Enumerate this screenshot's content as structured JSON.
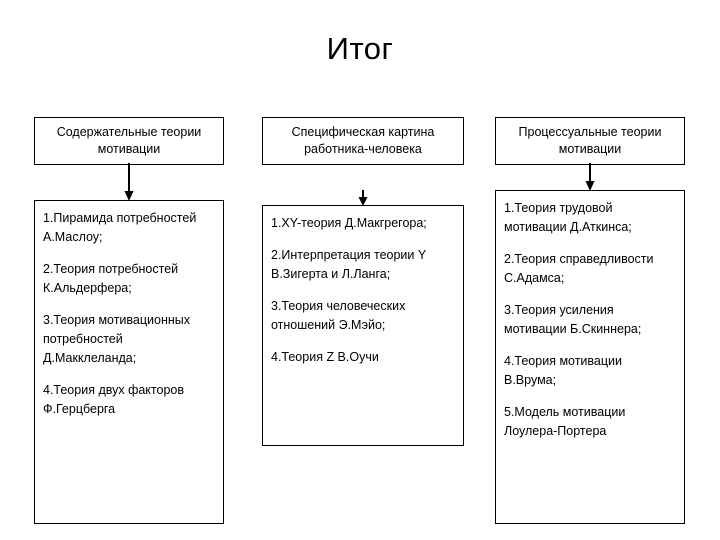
{
  "slide": {
    "title": "Итог"
  },
  "columns": [
    {
      "header": "Содержательные теории мотивации",
      "items": [
        "1.Пирамида потребностей А.Маслоу;",
        "2.Теория потребностей К.Альдерфера;",
        "3.Теория мотивационных потребностей Д.Макклеланда;",
        "4.Теория двух факторов Ф.Герцберга"
      ]
    },
    {
      "header": "Специфическая картина работника-человека",
      "items": [
        "1.XY-теория Д.Макгрегора;",
        "2.Интерпретация теории Y В.Зигерта и Л.Ланга;",
        "3.Теория человеческих отношений Э.Мэйо;",
        "4.Теория Z В.Оучи"
      ]
    },
    {
      "header": "Процессуальные теории мотивации",
      "items": [
        "1.Теория трудовой мотивации Д.Аткинса;",
        "2.Теория справедливости С.Адамса;",
        "3.Теория усиления мотивации Б.Скиннера;",
        "4.Теория мотивации В.Врума;",
        "5.Модель мотивации Лоулера-Портера"
      ]
    }
  ],
  "style": {
    "line_color": "#000000",
    "background": "#ffffff"
  }
}
